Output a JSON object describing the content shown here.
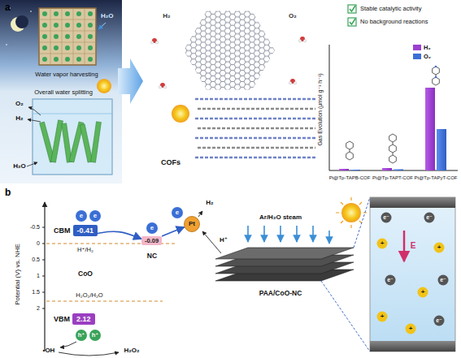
{
  "diagram": {
    "nodes": [
      {
        "text": [
          "CBM",
          "-0.41"
        ]
      },
      {
        "text": [
          "-0.09"
        ]
      },
      {
        "text": [
          "Pt"
        ]
      },
      {
        "text": [
          "VBM",
          "2.12"
        ]
      }
    ],
    "edges": [
      {
        "from": 0,
        "to": 1,
        "arrow": "to"
      },
      {
        "from": 1,
        "to": 2,
        "arrow": "to"
      }
    ],
    "labels": [
      "a",
      "H₂O",
      "Water vapor harvesting",
      "O₂",
      "H₂",
      "H₂O",
      "Overall water splitting",
      "H₂",
      "O₂",
      "COFs",
      "Stable catalytic activity",
      "No background reactions",
      "Gas Evolution (μmol g⁻¹ h⁻¹)",
      "Pt@Tp-TAPB-COF",
      "Pt@Tp-TAPT-COF",
      "Pt@Tp-TAPyT-COF",
      "b",
      "Potential (V) vs. NHE",
      "-0.5",
      "0",
      "0.5",
      "1",
      "1.5",
      "2",
      "e",
      "e",
      "e",
      "e",
      "H⁺/H₂",
      "CoO",
      "NC",
      "H₂O₂/H₂O",
      "h⁺",
      "h⁺",
      "•OH",
      "H₂O₂",
      "H₂",
      "H⁺",
      "Ar/H₂O steam",
      "PAA/CoO-NC",
      "E",
      "e⁻",
      "e⁻",
      "e⁻",
      "e⁻",
      "e⁻",
      "+",
      "+",
      "+",
      "+",
      "+"
    ],
    "legend": [
      {
        "text": "H₂",
        "color": "#9c3fd0"
      },
      {
        "text": "O₂",
        "color": "#3a6fd6"
      }
    ]
  }
}
